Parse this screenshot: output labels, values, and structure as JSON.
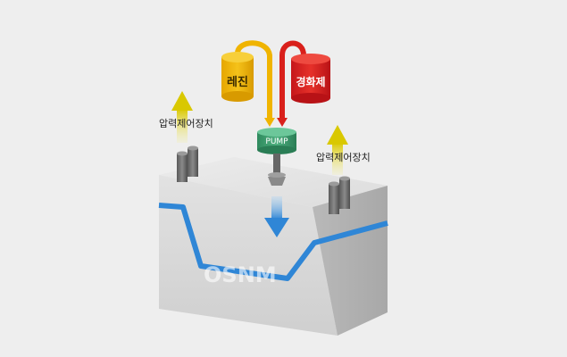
{
  "labels": {
    "resin": "레진",
    "hardener": "경화제",
    "pump": "PUMP",
    "pressure_left": "압력제어장치",
    "pressure_right": "압력제어장치"
  },
  "watermark": "OSNM",
  "colors": {
    "background": "#eeeeee",
    "resin_tank": "#f0b400",
    "hardener_tank": "#d9201b",
    "pump": "#3f9a6e",
    "flow_line": "#2f86d6",
    "pressure_arrow": "#d9c800",
    "mold_block": "#d6d6d6"
  }
}
